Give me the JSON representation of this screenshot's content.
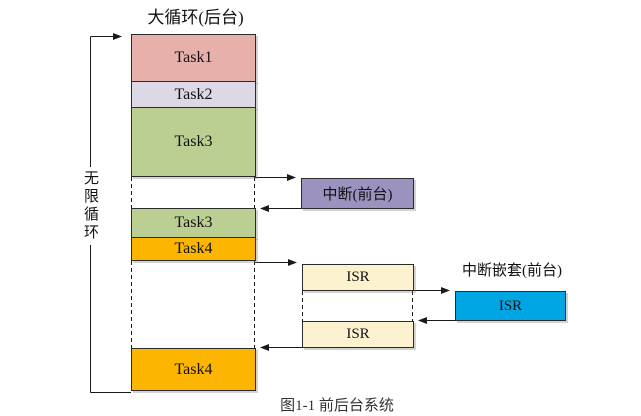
{
  "diagram": {
    "title": "大循环(后台)",
    "infinite_loop_label": "无限循环",
    "caption": "图1-1 前后台系统",
    "background_stack": {
      "segments": [
        {
          "label": "Task1",
          "color": "#e7b0ab"
        },
        {
          "label": "Task2",
          "color": "#dcd8e6"
        },
        {
          "label": "Task3",
          "color": "#bccf92"
        },
        {
          "label": "Task3",
          "color": "#bccf92"
        },
        {
          "label": "Task4",
          "color": "#fcb500"
        },
        {
          "label": "Task4",
          "color": "#fcb500"
        }
      ]
    },
    "interrupt_box": {
      "label": "中断(前台)",
      "color": "#9c92c0"
    },
    "isr_boxes": [
      {
        "label": "ISR",
        "color": "#fdf2d0"
      },
      {
        "label": "ISR",
        "color": "#fdf2d0"
      }
    ],
    "nested_interrupt": {
      "title": "中断嵌套(前台)",
      "isr_label": "ISR",
      "color": "#00a6e4"
    },
    "line_color": "#1a1a1a"
  }
}
